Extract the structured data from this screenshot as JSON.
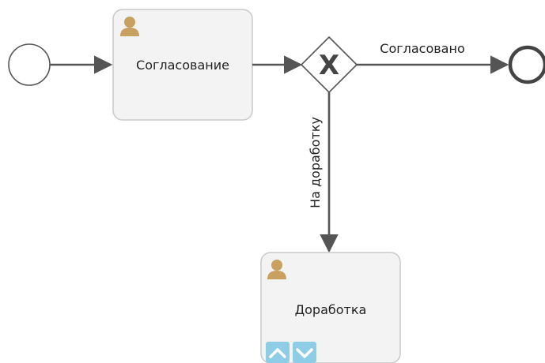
{
  "diagram": {
    "tasks": {
      "approval": {
        "label": "Согласование",
        "icon": "user-icon"
      },
      "rework": {
        "label": "Доработка",
        "icon": "user-icon"
      }
    },
    "gateway": {
      "symbol": "X",
      "type": "exclusive-gateway"
    },
    "flows": {
      "approved": "Согласовано",
      "rework": "На доработку"
    },
    "controls": {
      "up": "chevron-up-icon",
      "down": "chevron-down-icon"
    }
  },
  "colors": {
    "task_fill": "#f3f3f3",
    "task_stroke": "#c9c9c9",
    "edge": "#555555",
    "user_icon": "#c8a060",
    "control_fill": "#8ecde6"
  }
}
